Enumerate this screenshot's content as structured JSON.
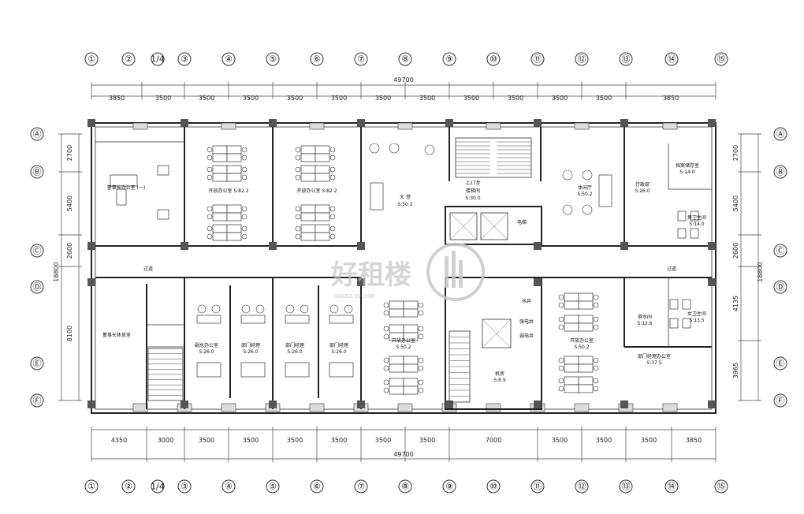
{
  "top_axes": [
    "①",
    "②",
    "1/4",
    "③",
    "④",
    "⑤",
    "⑥",
    "⑦",
    "⑧",
    "⑨",
    "⑩",
    "⑪",
    "⑫",
    "⑬",
    "⑭",
    "⑮"
  ],
  "bottom_axes": [
    "①",
    "②",
    "1/4",
    "③",
    "④",
    "⑤",
    "⑥",
    "⑦",
    "⑧",
    "⑨",
    "⑩",
    "⑪",
    "⑫",
    "⑬",
    "⑭",
    "⑮"
  ],
  "row_axes": [
    "Ⓐ",
    "Ⓑ",
    "Ⓒ",
    "Ⓓ",
    "Ⓔ",
    "Ⓕ"
  ],
  "top_dims": [
    "3850",
    "3500",
    "3500",
    "3500",
    "3500",
    "3500",
    "3500",
    "3500",
    "3500",
    "3500",
    "3500",
    "3500",
    "3850"
  ],
  "top_total": "49700",
  "bottom_dims": [
    "4350",
    "3000",
    "3500",
    "3500",
    "3500",
    "3500",
    "3500",
    "3500",
    "7000",
    "3500",
    "3500",
    "3500",
    "3850"
  ],
  "bottom_total": "49700",
  "left_dims": [
    "2700",
    "5400",
    "2600",
    "8100"
  ],
  "left_total": "18800",
  "right_dims": [
    "2700",
    "5400",
    "2600",
    "4135",
    "3965"
  ],
  "right_total": "18800",
  "rooms": {
    "chairman_office": "董事长办公室 (一)",
    "open_office_1": "开放办公室 S:82.2",
    "open_office_2": "开放办公室 S:82.2",
    "hall": "大 堂",
    "hall_area": "S:50.2",
    "stair_label": "上17步",
    "stair_room": "楼梯间",
    "stair_room_area": "S:30.0",
    "lounge": "休闲厅",
    "lounge_area": "S:50.2",
    "admin": "行政部",
    "admin_area": "S:26.0",
    "archive": "档案储存室",
    "archive_area": "S:14.0",
    "male_wc": "男卫生间",
    "male_wc_area": "S:14.0",
    "elevator": "电梯",
    "corridor_left": "过道",
    "corridor_right": "过道",
    "chairman_lounge": "董事长休息室",
    "dept_manager_1": "副总办公室",
    "dept_manager_1_area": "S:26.0",
    "dept_manager_2": "部门经理",
    "dept_manager_2_area": "S:26.0",
    "dept_manager_3": "部门经理",
    "dept_manager_3_area": "S:26.0",
    "dept_manager_4": "部门经理",
    "dept_manager_4_area": "S:26.0",
    "open_office_3": "开放办公室",
    "open_office_3_area": "S:50.2",
    "water_well": "水井",
    "elec_well": "强电井",
    "weak_well": "弱电井",
    "machine_room": "机房",
    "machine_room_area": "S:6.9",
    "open_office_4": "开放办公室",
    "open_office_4_area": "S:50.2",
    "tea_room": "茶水间",
    "tea_room_area": "S:12.6",
    "female_wc": "女卫生间",
    "female_wc_area": "S:13.5",
    "dept_manager_office": "部门经理办公室",
    "dept_manager_office_area": "S:37.5"
  },
  "watermark": {
    "text": "好租楼",
    "sub": "HAOZULOU.COM"
  }
}
